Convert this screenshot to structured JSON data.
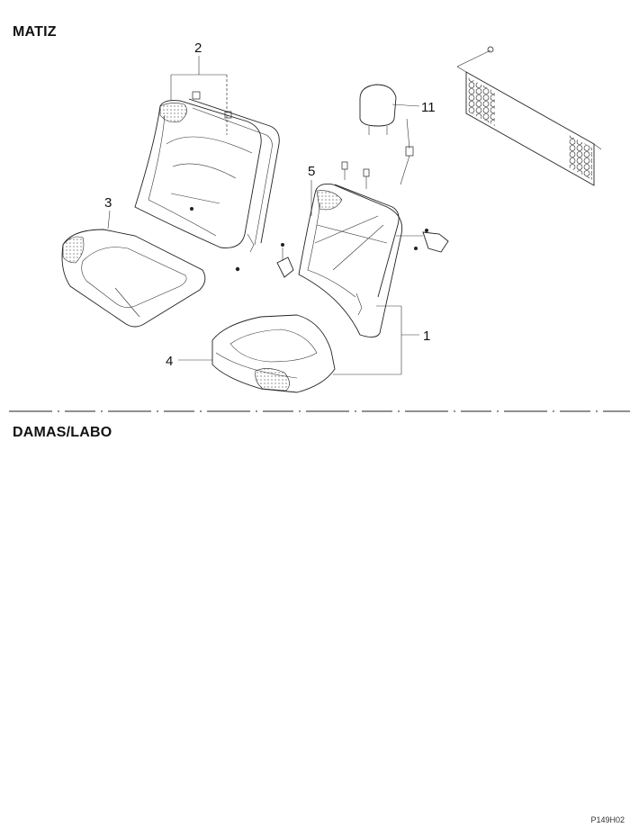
{
  "sections": {
    "top_title": "MATIZ",
    "bottom_title": "DAMAS/LABO"
  },
  "callouts": {
    "c1": "1",
    "c2": "2",
    "c3": "3",
    "c4": "4",
    "c5": "5",
    "c11": "11"
  },
  "footer": {
    "code": "P149H02"
  },
  "icons": {
    "seat_back_left": "seat-back-frame",
    "seat_back_right": "seat-back-frame",
    "headrest": "headrest",
    "cushion": "seat-cushion",
    "cargo_net": "cargo-net"
  }
}
